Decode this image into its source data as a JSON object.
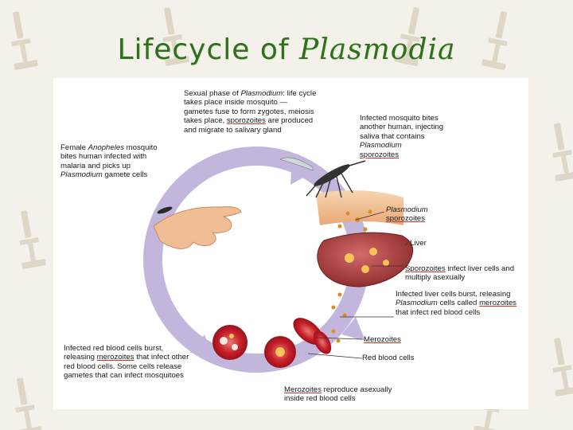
{
  "slide": {
    "title_prefix": "Lifecycle of ",
    "title_italic": "Plasmodia"
  },
  "diagram": {
    "sexual_phase": {
      "a": "Sexual phase of ",
      "b": "Plasmodium",
      "c": ": life cycle takes place inside mosquito — gametes fuse to form zygotes, meiosis takes place, ",
      "d": "sporozoites",
      "e": " are produced and migrate to salivary gland"
    },
    "mosquito_bites_infected": {
      "a": "Female ",
      "b": "Anopheles",
      "c": " mosquito bites human infected with malaria and picks up ",
      "d": "Plasmodium",
      "e": " gamete cells"
    },
    "infected_mosquito_bites": {
      "a": "Infected mosquito bites another human, injecting saliva that contains ",
      "b": "Plasmodium",
      "c": "sporozoites"
    },
    "sporozoites_label": {
      "a": "Plasmodium",
      "b": "sporozoites"
    },
    "liver_label": "Liver",
    "sporozoites_infect_liver": {
      "a": "Sporozoites",
      "b": " infect liver cells and multiply asexually"
    },
    "liver_cells_burst": {
      "a": "Infected liver cells burst, releasing ",
      "b": "Plasmodium",
      "c": " cells called ",
      "d": "merozoites",
      "e": " that infect red blood cells"
    },
    "merozoites_label": "Merozoites",
    "red_blood_cells_label": "Red blood cells",
    "merozoites_reproduce": {
      "a": "Merozoites",
      "b": " reproduce asexually inside red blood cells"
    },
    "rbc_burst": {
      "a": "Infected red blood cells burst, releasing ",
      "b": "merozoites",
      "c": " that infect other red blood cells. Some cells release gametes that can infect mosquitoes"
    }
  },
  "colors": {
    "title": "#2f6f1e",
    "cycle_arrow": "#c3b6dc",
    "liver": "#a83a3a",
    "red_blood_cell": "#c8202a",
    "skin": "#f3c08c"
  }
}
